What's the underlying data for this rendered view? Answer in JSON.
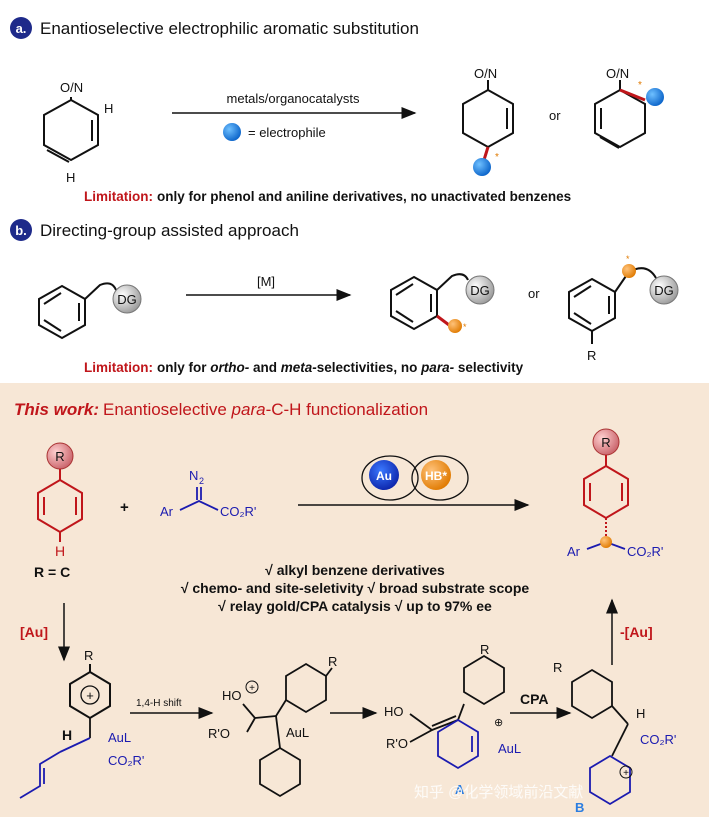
{
  "section_a": {
    "badge": "a.",
    "title": "Enantioselective electrophilic aromatic substitution",
    "substrate_label": "O/N",
    "h1": "H",
    "h2": "H",
    "condition": "metals/organocatalysts",
    "electrophile_legend": "= electrophile",
    "or": "or",
    "limitation_label": "Limitation:",
    "limitation_text": "only for phenol and aniline derivatives, no unactivated benzenes"
  },
  "section_b": {
    "badge": "b.",
    "title": "Directing-group assisted approach",
    "dg": "DG",
    "condition": "[M]",
    "or": "or",
    "r": "R",
    "limitation_label": "Limitation:",
    "limitation_pre": "only for ",
    "ortho": "ortho-",
    "limitation_mid": " and ",
    "meta": "meta-",
    "limitation_mid2": "selectivities, no ",
    "para": "para-",
    "limitation_post": " selectivity"
  },
  "marks": {
    "star": "*"
  },
  "this_work": {
    "label": "This work:",
    "title_pre": "Enantioselective ",
    "para": "para",
    "title_post": "-C-H functionalization",
    "r": "R",
    "h": "H",
    "r_eq": "R = C",
    "plus": "+",
    "n2_n": "N",
    "n2_sub": "2",
    "ar": "Ar",
    "co2r": "CO₂R'",
    "au": "Au",
    "hb": "HB*",
    "features": [
      "√  alkyl benzene derivatives",
      "√ chemo- and site-seletivity  √ broad substrate scope",
      "√ relay gold/CPA catalysis   √ up to 97% ee"
    ]
  },
  "mechanism": {
    "au_step": "[Au]",
    "au_release": "-[Au]",
    "r": "R",
    "h": "H",
    "plus": "+",
    "plus_circ": "⊕",
    "aul": "AuL",
    "co2r": "CO₂R'",
    "h_shift": "1,4-H shift",
    "ho": "HO",
    "ro": "R'O",
    "cpa": "CPA",
    "label_a": "A",
    "label_b": "B"
  },
  "watermark": "知乎 @化学领域前沿文献",
  "colors": {
    "accent_red": "#c0161b",
    "reagent_blue": "#1b1bb0",
    "panel_bg": "#f7e7d6",
    "badge_navy": "#1e2a8a"
  }
}
